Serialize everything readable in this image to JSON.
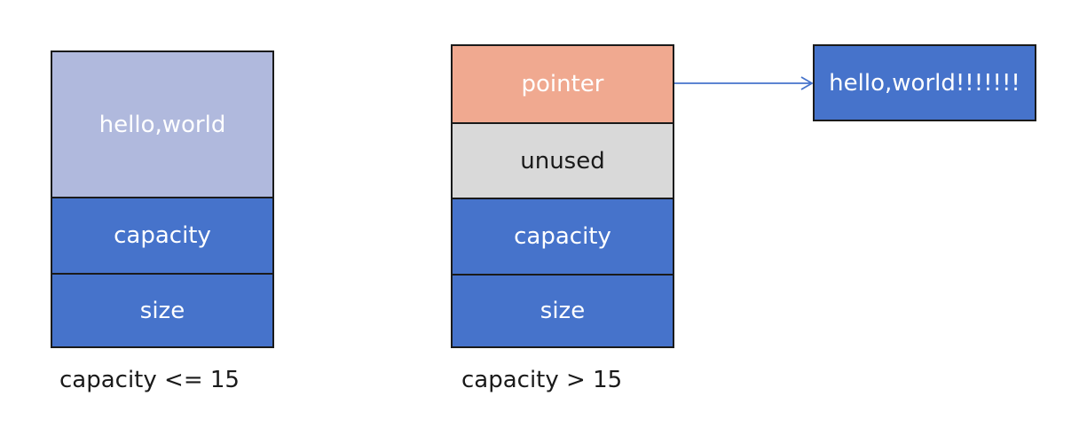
{
  "small_string": {
    "buffer_label": "hello,world",
    "capacity_label": "capacity",
    "size_label": "size",
    "caption": "capacity <= 15"
  },
  "large_string": {
    "pointer_label": "pointer",
    "unused_label": "unused",
    "capacity_label": "capacity",
    "size_label": "size",
    "caption": "capacity > 15"
  },
  "heap_buffer": {
    "label": "hello,world!!!!!!!"
  },
  "colors": {
    "light_blue": "#b0b9dd",
    "blue": "#4673cb",
    "salmon": "#f0a990",
    "gray": "#d9d9d9",
    "arrow": "#4673cb"
  }
}
